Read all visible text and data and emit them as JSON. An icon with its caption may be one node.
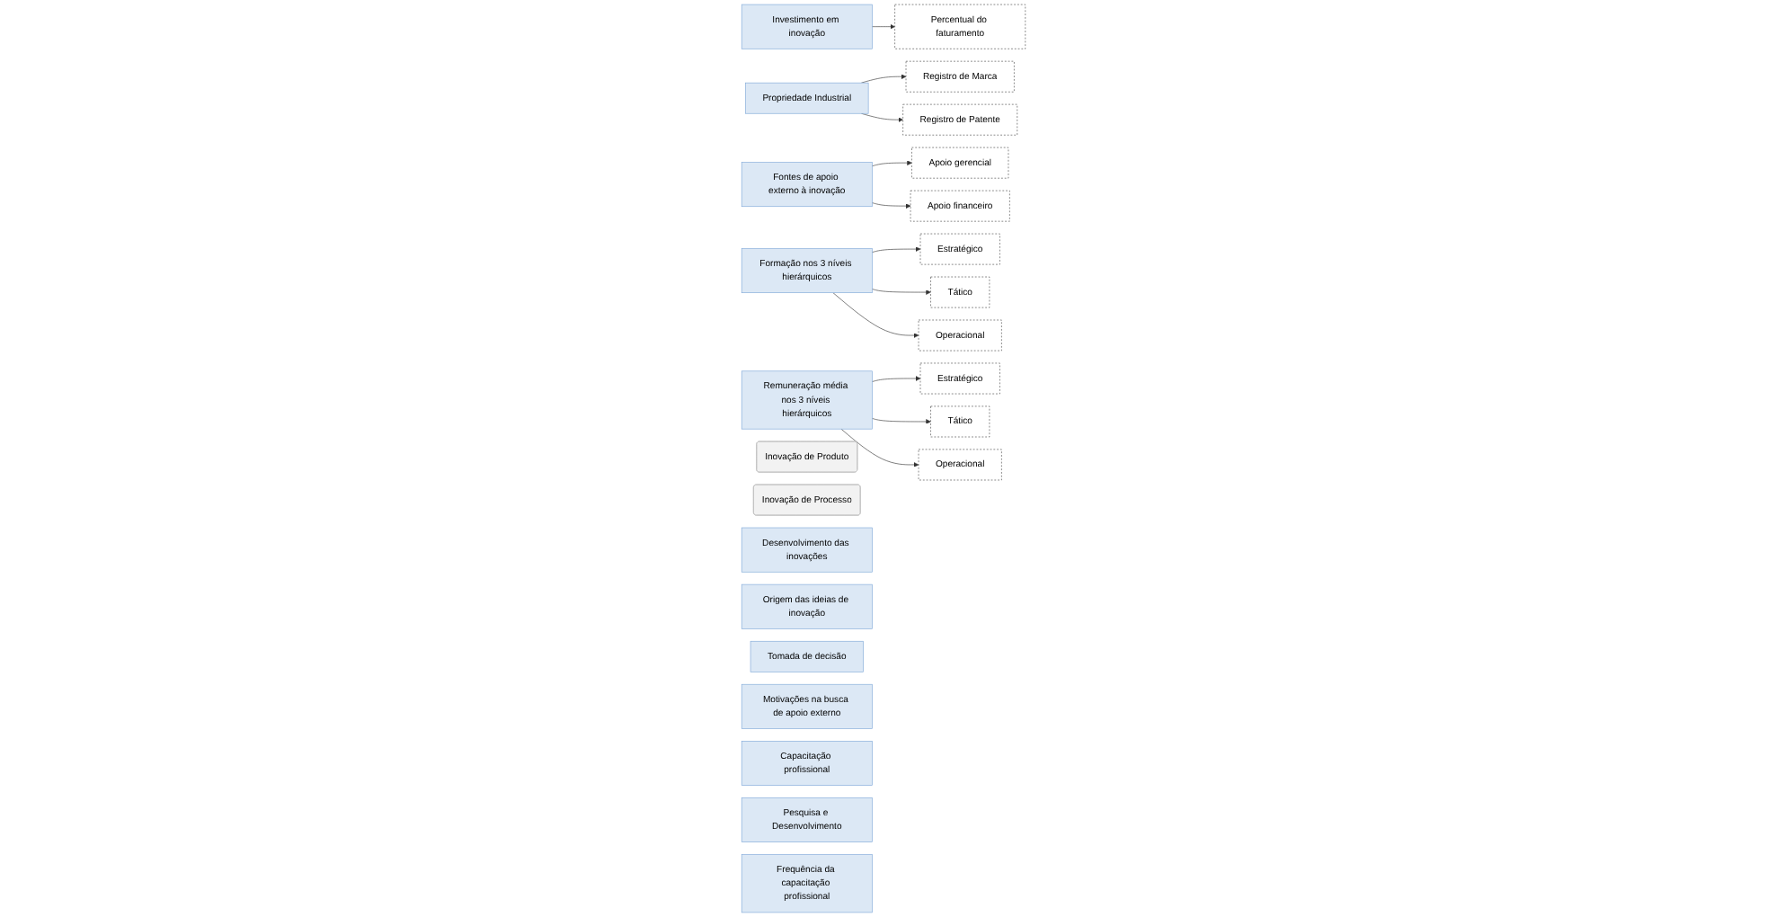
{
  "diagram": {
    "nodes": [
      {
        "text": [
          "Inovação de Produto"
        ]
      },
      {
        "text": [
          "Inovação de Processo"
        ]
      },
      {
        "text": [
          "Desenvolvimento das inovações"
        ]
      },
      {
        "text": [
          "Origem das ideias de inovação"
        ]
      },
      {
        "text": [
          "Tomada de decisão"
        ]
      },
      {
        "text": [
          "Investimento em inovação"
        ]
      },
      {
        "text": [
          "Percentual do faturamento"
        ]
      },
      {
        "text": [
          "Propriedade Industrial"
        ]
      },
      {
        "text": [
          "Registro de Marca"
        ]
      },
      {
        "text": [
          "Registro de Patente"
        ]
      },
      {
        "text": [
          "Fontes de apoio externo à inovação"
        ]
      },
      {
        "text": [
          "Apoio gerencial"
        ]
      },
      {
        "text": [
          "Apoio financeiro"
        ]
      },
      {
        "text": [
          "Formação nos 3 níveis hierárquicos"
        ]
      },
      {
        "text": [
          "Estratégico"
        ]
      },
      {
        "text": [
          "Tático"
        ]
      },
      {
        "text": [
          "Operacional"
        ]
      },
      {
        "text": [
          "Motivações na busca de apoio externo"
        ]
      },
      {
        "text": [
          "Capacitação profissional"
        ]
      },
      {
        "text": [
          "Remuneração média nos 3 níveis hierárquicos"
        ]
      },
      {
        "text": [
          "Estratégico"
        ]
      },
      {
        "text": [
          "Tático"
        ]
      },
      {
        "text": [
          "Operacional"
        ]
      },
      {
        "text": [
          "Pesquisa e Desenvolvimento"
        ]
      },
      {
        "text": [
          "Frequência da capacitação profissional"
        ]
      }
    ],
    "edges": [
      {
        "from": 5,
        "to": 6,
        "arrow": "to"
      },
      {
        "from": 7,
        "to": 8,
        "arrow": "to"
      },
      {
        "from": 7,
        "to": 9,
        "arrow": "to"
      },
      {
        "from": 10,
        "to": 11,
        "arrow": "to"
      },
      {
        "from": 10,
        "to": 12,
        "arrow": "to"
      },
      {
        "from": 13,
        "to": 14,
        "arrow": "to"
      },
      {
        "from": 13,
        "to": 15,
        "arrow": "to"
      },
      {
        "from": 13,
        "to": 16,
        "arrow": "to"
      },
      {
        "from": 19,
        "to": 20,
        "arrow": "to"
      },
      {
        "from": 19,
        "to": 21,
        "arrow": "to"
      },
      {
        "from": 19,
        "to": 22,
        "arrow": "to"
      }
    ]
  }
}
